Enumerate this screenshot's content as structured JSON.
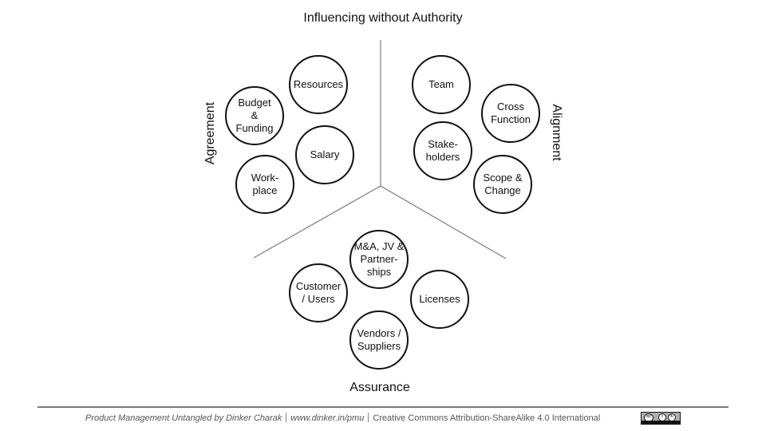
{
  "title": "Influencing without Authority",
  "groups": {
    "agreement": {
      "label": "Agreement",
      "items": [
        "Resources",
        "Budget\n&\nFunding",
        "Salary",
        "Work-\nplace"
      ]
    },
    "alignment": {
      "label": "Alignment",
      "items": [
        "Team",
        "Cross\nFunction",
        "Stake-\nholders",
        "Scope &\nChange"
      ]
    },
    "assurance": {
      "label": "Assurance",
      "items": [
        "M&A, JV &\nPartner-\nships",
        "Customer\n/ Users",
        "Licenses",
        "Vendors /\nSuppliers"
      ]
    }
  },
  "footer": {
    "book": "Product Management Untangled by Dinker Charak",
    "url": "www.dinker.in/pmu",
    "license": "Creative Commons Attribution-ShareAlike 4.0 International",
    "badge_icons": [
      "cc-icon",
      "by-icon",
      "sa-icon"
    ]
  },
  "colors": {
    "divider": "#7a7a7a",
    "circle_stroke": "#111111",
    "footer_text": "#555555"
  }
}
